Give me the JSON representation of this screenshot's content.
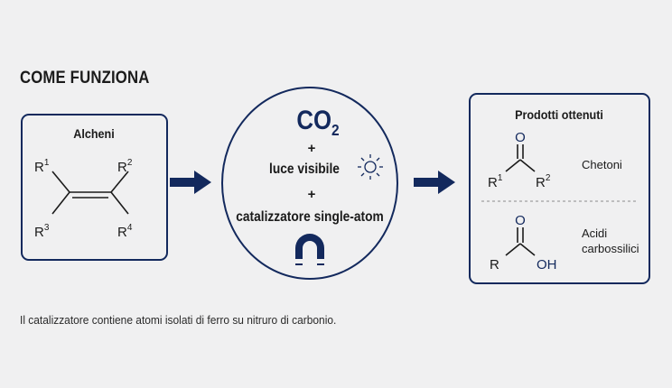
{
  "title": "COME FUNZIONA",
  "footnote": "Il catalizzatore contiene atomi isolati di ferro su nitruro di carbonio.",
  "colors": {
    "navy": "#13295d",
    "background": "#f0f0f1",
    "text": "#1b1b1b"
  },
  "reactants": {
    "heading": "Alcheni",
    "substituents": [
      "R",
      "R",
      "R",
      "R"
    ],
    "superscripts": [
      "1",
      "2",
      "3",
      "4"
    ]
  },
  "conditions": {
    "co2_main": "CO",
    "co2_sub": "2",
    "plus": "+",
    "light": "luce visibile",
    "catalyst": "catalizzatore single-atom",
    "icons": [
      "sun-icon",
      "magnet-icon",
      "arrow-right-icon"
    ]
  },
  "products": {
    "heading": "Prodotti ottenuti",
    "ketone": {
      "name": "Chetoni",
      "oxygen": "O",
      "r1": "R",
      "r1_sup": "1",
      "r2": "R",
      "r2_sup": "2"
    },
    "acid": {
      "name_line1": "Acidi",
      "name_line2": "carbossilici",
      "oxygen": "O",
      "r": "R",
      "oh": "OH"
    }
  }
}
